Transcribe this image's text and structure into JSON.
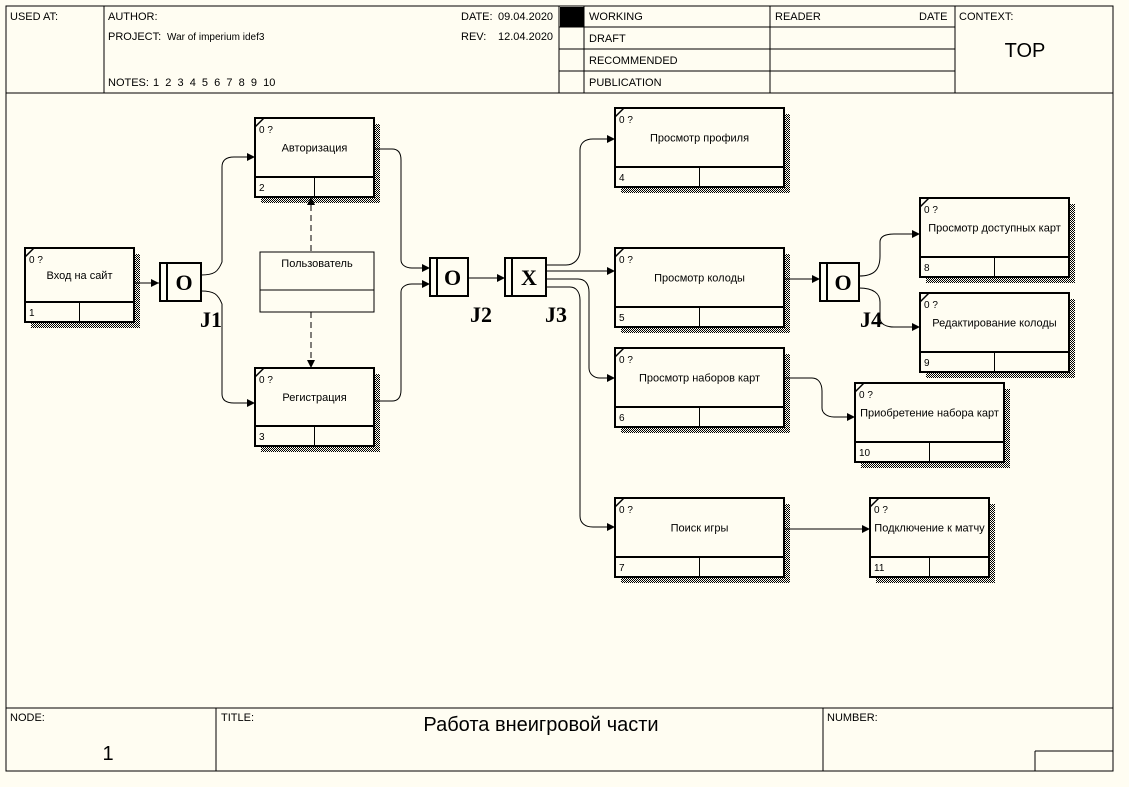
{
  "header": {
    "used_at_label": "USED AT:",
    "author_label": "AUTHOR:",
    "project_label": "PROJECT:",
    "project_value": "War of imperium idef3",
    "date_label": "DATE:",
    "date_value": "09.04.2020",
    "rev_label": "REV:",
    "rev_value": "12.04.2020",
    "notes_label": "NOTES:",
    "notes_value": "1  2  3  4  5  6  7  8  9  10",
    "status_items": [
      "WORKING",
      "DRAFT",
      "RECOMMENDED",
      "PUBLICATION"
    ],
    "reader_label": "READER",
    "reader_date_label": "DATE",
    "context_label": "CONTEXT:",
    "context_value": "TOP"
  },
  "footer": {
    "node_label": "NODE:",
    "node_value": "1",
    "title_label": "TITLE:",
    "title_value": "Работа внеигровой части",
    "number_label": "NUMBER:"
  },
  "uobs": [
    {
      "id": "u1",
      "corner": "0 ?",
      "label": "Вход на сайт",
      "num": "1"
    },
    {
      "id": "u2",
      "corner": "0 ?",
      "label": "Авторизация",
      "num": "2"
    },
    {
      "id": "u3",
      "corner": "0 ?",
      "label": "Регистрация",
      "num": "3"
    },
    {
      "id": "u4",
      "corner": "0 ?",
      "label": "Просмотр профиля",
      "num": "4"
    },
    {
      "id": "u5",
      "corner": "0 ?",
      "label": "Просмотр колоды",
      "num": "5"
    },
    {
      "id": "u6",
      "corner": "0 ?",
      "label": "Просмотр наборов карт",
      "num": "6"
    },
    {
      "id": "u7",
      "corner": "0 ?",
      "label": "Поиск игры",
      "num": "7"
    },
    {
      "id": "u8",
      "corner": "0 ?",
      "label": "Просмотр доступных карт",
      "num": "8"
    },
    {
      "id": "u9",
      "corner": "0 ?",
      "label": "Редактирование колоды",
      "num": "9"
    },
    {
      "id": "u10",
      "corner": "0 ?",
      "label": "Приобретение набора карт",
      "num": "10"
    },
    {
      "id": "u11",
      "corner": "0 ?",
      "label": "Подключение к матчу",
      "num": "11"
    }
  ],
  "referent": {
    "label": "Пользователь"
  },
  "junctions": [
    {
      "id": "j1",
      "symbol": "O",
      "label": "J1"
    },
    {
      "id": "j2",
      "symbol": "O",
      "label": "J2"
    },
    {
      "id": "j3",
      "symbol": "X",
      "label": "J3"
    },
    {
      "id": "j4",
      "symbol": "O",
      "label": "J4"
    }
  ]
}
